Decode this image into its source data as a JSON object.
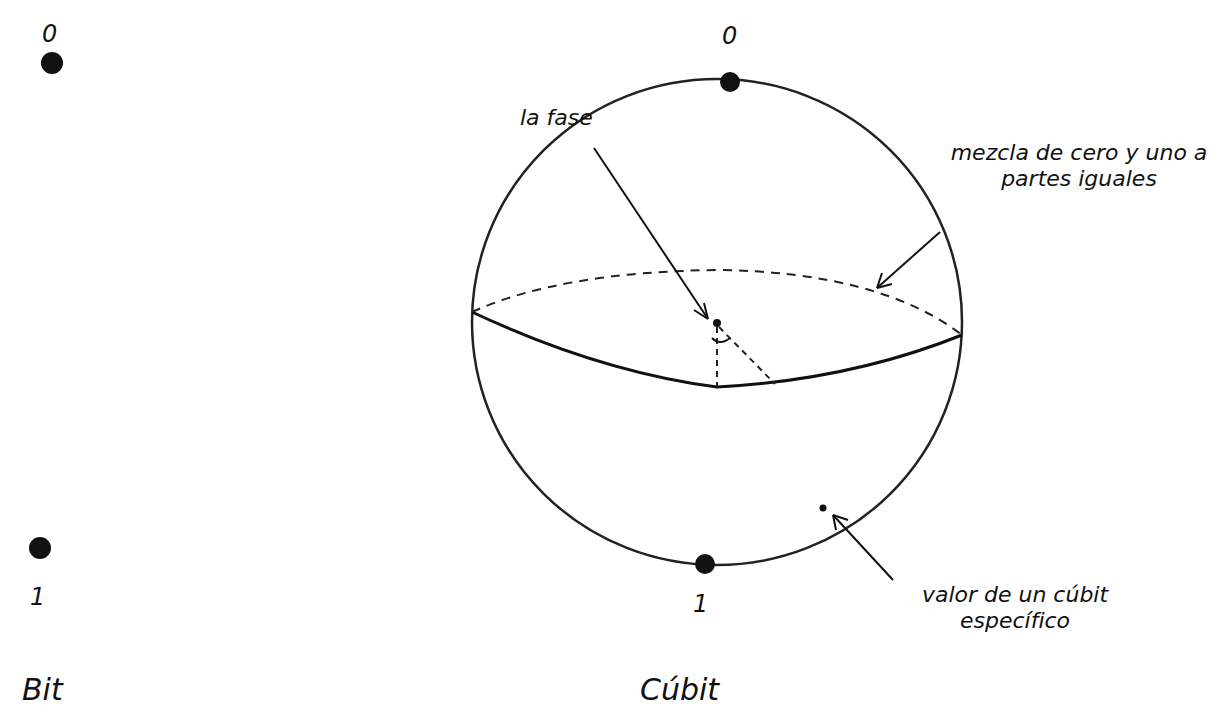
{
  "diagram": {
    "labels": [
      "0",
      "0",
      "mezcla de cero y uno a partes iguales",
      "la fase",
      "valor de un cúbit específico",
      "1",
      "1",
      "Bit",
      "Cúbit"
    ]
  }
}
